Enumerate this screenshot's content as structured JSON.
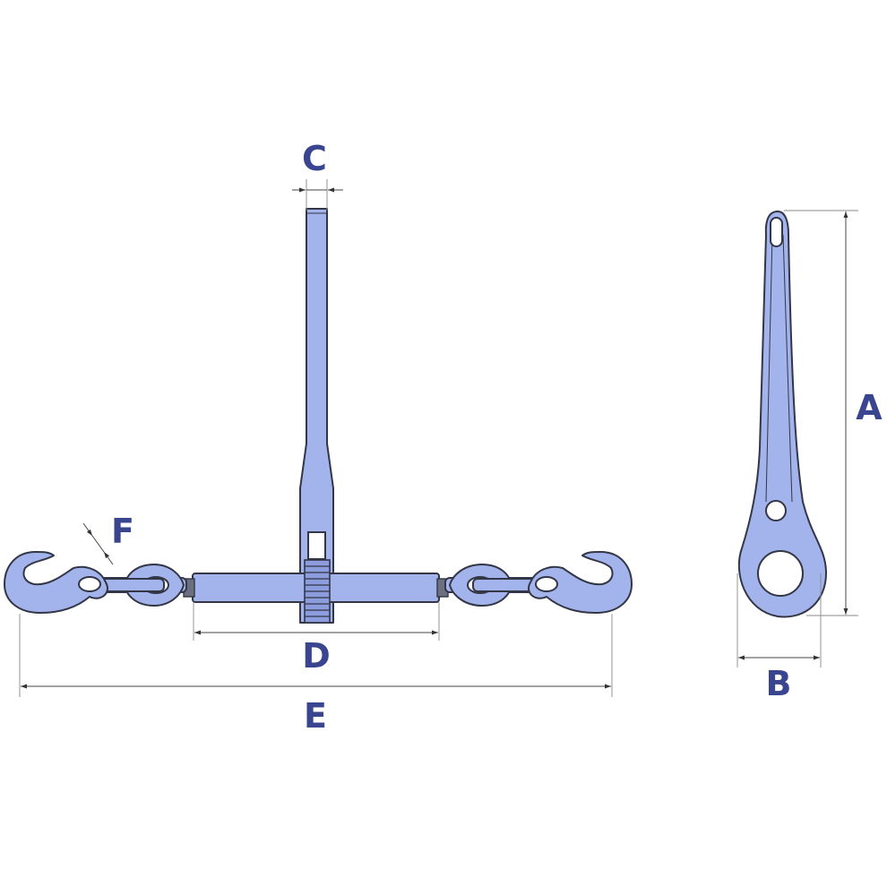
{
  "labels": {
    "a": "A",
    "b": "B",
    "c": "C",
    "d": "D",
    "e": "E",
    "f": "F"
  },
  "colors": {
    "part_fill": "#a3b3ec",
    "outline": "#333645",
    "label": "#3a4590"
  }
}
